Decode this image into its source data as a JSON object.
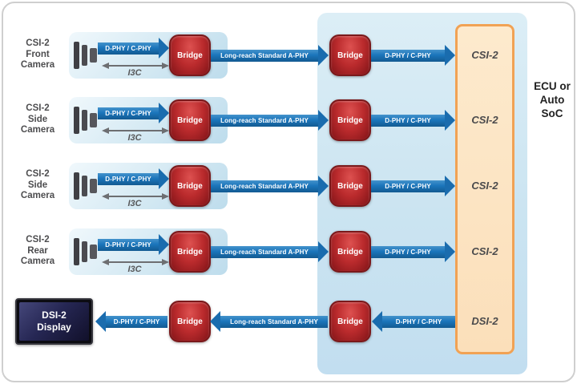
{
  "ecu": {
    "line1": "ECU or",
    "line2": "Auto",
    "line3": "SoC"
  },
  "rows": [
    {
      "camera_label": {
        "l1": "CSI-2",
        "l2": "Front",
        "l3": "Camera"
      },
      "phy_link": "D-PHY / C-PHY",
      "i3c_label": "I3C",
      "bridge_a": "Bridge",
      "longreach_link": "Long-reach Standard A-PHY",
      "bridge_b": "Bridge",
      "phy_link2": "D-PHY / C-PHY",
      "soc_port": "CSI-2"
    },
    {
      "camera_label": {
        "l1": "CSI-2",
        "l2": "Side",
        "l3": "Camera"
      },
      "phy_link": "D-PHY / C-PHY",
      "i3c_label": "I3C",
      "bridge_a": "Bridge",
      "longreach_link": "Long-reach Standard A-PHY",
      "bridge_b": "Bridge",
      "phy_link2": "D-PHY / C-PHY",
      "soc_port": "CSI-2"
    },
    {
      "camera_label": {
        "l1": "CSI-2",
        "l2": "Side",
        "l3": "Camera"
      },
      "phy_link": "D-PHY / C-PHY",
      "i3c_label": "I3C",
      "bridge_a": "Bridge",
      "longreach_link": "Long-reach Standard A-PHY",
      "bridge_b": "Bridge",
      "phy_link2": "D-PHY / C-PHY",
      "soc_port": "CSI-2"
    },
    {
      "camera_label": {
        "l1": "CSI-2",
        "l2": "Rear",
        "l3": "Camera"
      },
      "phy_link": "D-PHY / C-PHY",
      "i3c_label": "I3C",
      "bridge_a": "Bridge",
      "longreach_link": "Long-reach Standard A-PHY",
      "bridge_b": "Bridge",
      "phy_link2": "D-PHY / C-PHY",
      "soc_port": "CSI-2"
    }
  ],
  "display_row": {
    "display": {
      "l1": "DSI-2",
      "l2": "Display"
    },
    "phy_link": "D-PHY / C-PHY",
    "bridge_a": "Bridge",
    "longreach_link": "Long-reach Standard A-PHY",
    "bridge_b": "Bridge",
    "phy_link2": "D-PHY / C-PHY",
    "soc_port": "DSI-2"
  },
  "colors": {
    "arrow_blue": "#1b75bb",
    "bridge_red": "#bb2b2d",
    "panel_blue": "#cbe4f1",
    "subpanel_blue": "#d4e9f3",
    "soc_fill_orange": "#fbe3c0",
    "soc_border_orange": "#f1a254",
    "label_gray": "#4d4d4f"
  }
}
